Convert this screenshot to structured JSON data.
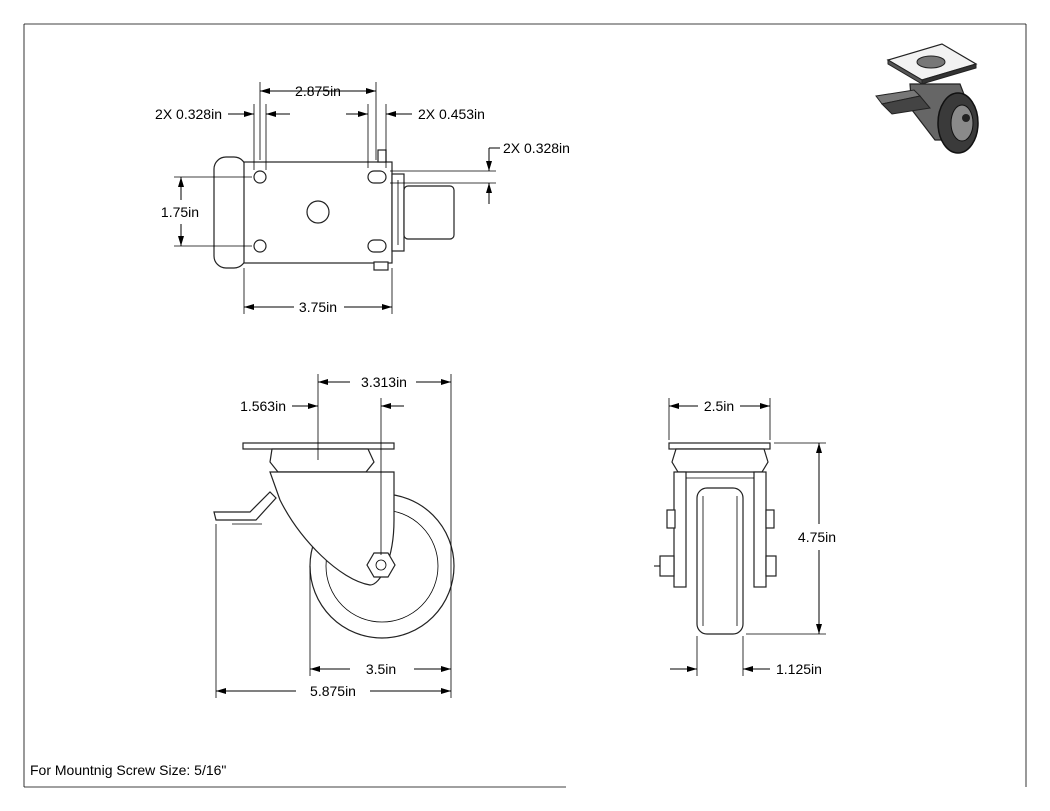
{
  "note": "For Mountnig Screw Size: 5/16\"",
  "top_view": {
    "dim_bolt_spacing_x": "2.875in",
    "dim_hole_left": "2X 0.328in",
    "dim_slot_right": "2X 0.453in",
    "dim_slot_height": "2X 0.328in",
    "dim_bolt_spacing_y": "1.75in",
    "dim_plate_width": "3.75in"
  },
  "side_view": {
    "dim_total_offset": "3.313in",
    "dim_swivel_offset": "1.563in",
    "dim_wheel_diameter": "3.5in",
    "dim_overall_length": "5.875in"
  },
  "front_view": {
    "dim_plate_width": "2.5in",
    "dim_overall_height": "4.75in",
    "dim_wheel_width": "1.125in"
  }
}
